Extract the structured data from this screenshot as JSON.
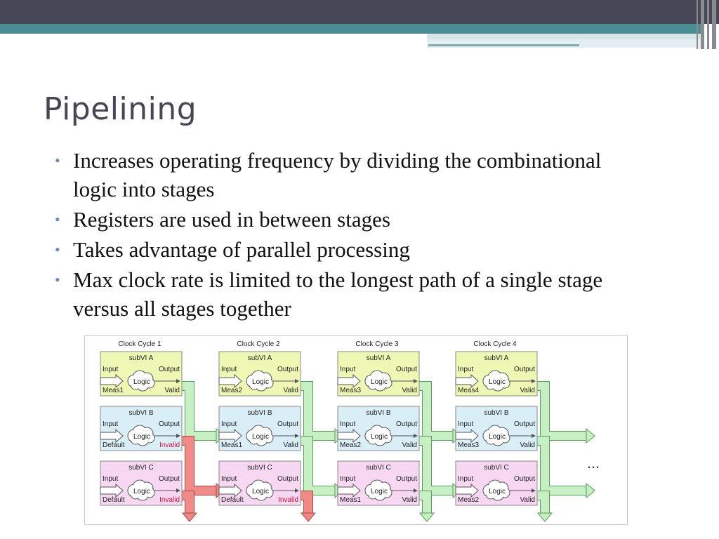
{
  "slide": {
    "title": "Pipelining",
    "bullets": [
      "Increases operating frequency by dividing the combinational logic into stages",
      "Registers are used in between stages",
      "Takes advantage of parallel processing",
      "Max clock rate is limited to the longest path of a single stage versus all stages together"
    ]
  },
  "diagram": {
    "cycles": [
      "Clock Cycle 1",
      "Clock Cycle 2",
      "Clock Cycle 3",
      "Clock Cycle 4"
    ],
    "rows": [
      {
        "name": "subVI A",
        "color": "#eef7b4"
      },
      {
        "name": "subVI B",
        "color": "#d9eef7"
      },
      {
        "name": "subVI C",
        "color": "#f7d7f1"
      }
    ],
    "common_labels": {
      "input": "Input",
      "output": "Output",
      "logic": "Logic"
    },
    "block_values": [
      [
        [
          "Meas1",
          "Valid"
        ],
        [
          "Meas2",
          "Valid"
        ],
        [
          "Meas3",
          "Valid"
        ],
        [
          "Meas4",
          "Valid"
        ]
      ],
      [
        [
          "Default",
          "Invalid"
        ],
        [
          "Meas1",
          "Valid"
        ],
        [
          "Meas2",
          "Valid"
        ],
        [
          "Meas3",
          "Valid"
        ]
      ],
      [
        [
          "Default",
          "Invalid"
        ],
        [
          "Default",
          "Invalid"
        ],
        [
          "Meas1",
          "Valid"
        ],
        [
          "Meas2",
          "Valid"
        ]
      ]
    ],
    "ellipsis": "...",
    "colors": {
      "valid_arrow": "#c6f0c4",
      "valid_arrow_stroke": "#5a9a5a",
      "invalid_arrow": "#f08a86",
      "invalid_arrow_stroke": "#a54a48",
      "invalid_text": "#d0103a"
    }
  }
}
